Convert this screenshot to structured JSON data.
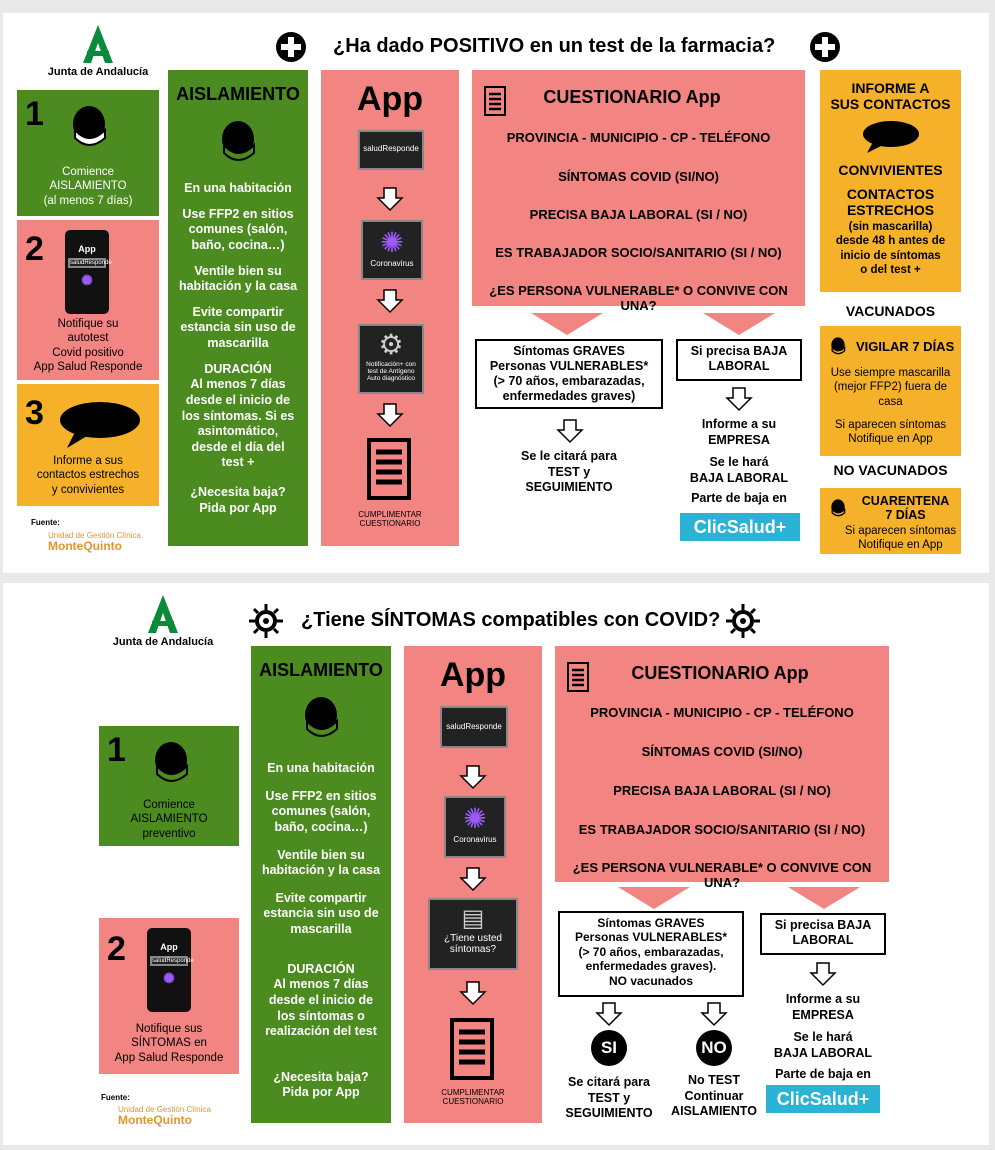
{
  "top": {
    "title": "¿Ha dado POSITIVO en un test de la farmacia?",
    "logo": "Junta de Andalucía",
    "step1": {
      "num": "1",
      "text": "Comience\nAISLAMIENTO\n(al menos 7 días)"
    },
    "step2": {
      "num": "2",
      "app": "App",
      "app_icon": "saludResponde",
      "text": "Notifique su\nautotest\nCovid positivo\nApp Salud Responde"
    },
    "step3": {
      "num": "3",
      "text": "Informe a sus\ncontactos estrechos\ny convivientes"
    },
    "source_label": "Fuente:",
    "source_unit": "Unidad de Gestión Clínica",
    "source_brand": "MonteQuinto",
    "isolation": {
      "heading": "AISLAMIENTO",
      "p1": "En una habitación",
      "p2": "Use FFP2 en sitios\ncomunes (salón,\nbaño, cocina…)",
      "p3": "Ventile bien su\nhabitación y la casa",
      "p4": "Evite compartir\nestancia sin uso de\nmascarilla",
      "p5": "DURACIÓN\nAl menos 7 días\ndesde el inicio de\nlos síntomas. Si es\nasintomático,\ndesde el día del\ntest +",
      "p6": "¿Necesita baja?\nPida por App"
    },
    "app": {
      "heading": "App",
      "icon1": "saludResponde",
      "icon2": "Coronavirus",
      "icon3": "Notificación+ con\ntest de Antígeno\nAuto diagnóstico",
      "fill_label": "CUMPLIMENTAR\nCUESTIONARIO"
    },
    "questionnaire": {
      "heading": "CUESTIONARIO App",
      "q1": "PROVINCIA - MUNICIPIO - CP - TELÉFONO",
      "q2": "SÍNTOMAS COVID (SI/NO)",
      "q3": "PRECISA BAJA  LABORAL (SI / NO)",
      "q4": "ES TRABAJADOR SOCIO/SANITARIO (SI / NO)",
      "q5": "¿ES PERSONA VULNERABLE* O CONVIVE  CON UNA?"
    },
    "severe": "Síntomas GRAVES\nPersonas VULNERABLES*\n(> 70 años, embarazadas,\nenfermedades graves)",
    "severe_result": "Se le citará para\nTEST y\nSEGUIMIENTO",
    "leave": "Si precisa BAJA\nLABORAL",
    "leave_result1": "Informe a su\nEMPRESA",
    "leave_result2": "Se le hará\nBAJA LABORAL",
    "leave_result3": "Parte de baja en",
    "clic": "ClicSalud+",
    "contacts": {
      "heading": "INFORME A\nSUS CONTACTOS",
      "cohab": "CONVIVIENTES",
      "close": "CONTACTOS\nESTRECHOS",
      "close_detail": "(sin mascarilla)\ndesde 48 h antes de\ninicio de síntomas\no del test +"
    },
    "vaccinated": "VACUNADOS",
    "watch": {
      "heading": "VIGILAR 7 DÍAS",
      "p1": "Use siempre mascarilla\n(mejor FFP2) fuera de\ncasa",
      "p2": "Si aparecen síntomas\nNotifique en App"
    },
    "not_vaccinated": "NO VACUNADOS",
    "quarantine": {
      "heading": "CUARENTENA\n7 DÍAS",
      "p1": "Si aparecen síntomas\nNotifique en App"
    }
  },
  "bottom": {
    "title": "¿Tiene SÍNTOMAS compatibles con COVID?",
    "logo": "Junta de Andalucía",
    "step1": {
      "num": "1",
      "text": "Comience\nAISLAMIENTO\npreventivo"
    },
    "step2": {
      "num": "2",
      "app": "App",
      "app_icon": "saludResponde",
      "text": "Notifique sus\nSÍNTOMAS en\nApp Salud Responde"
    },
    "source_label": "Fuente:",
    "source_unit": "Unidad de Gestión Clínica",
    "source_brand": "MonteQuinto",
    "isolation": {
      "heading": "AISLAMIENTO",
      "p1": "En una habitación",
      "p2": "Use FFP2 en sitios\ncomunes (salón,\nbaño, cocina…)",
      "p3": "Ventile bien su\nhabitación y la casa",
      "p4": "Evite compartir\nestancia sin uso de\nmascarilla",
      "p5": "DURACIÓN\nAl menos 7 días\ndesde el inicio de\nlos síntomas o\nrealización del test",
      "p6": "¿Necesita baja?\nPida por App"
    },
    "app": {
      "heading": "App",
      "icon1": "saludResponde",
      "icon2": "Coronavirus",
      "icon3": "¿Tiene usted\nsíntomas?",
      "fill_label": "CUMPLIMENTAR\nCUESTIONARIO"
    },
    "questionnaire": {
      "heading": "CUESTIONARIO App",
      "q1": "PROVINCIA - MUNICIPIO - CP - TELÉFONO",
      "q2": "SÍNTOMAS COVID (SI/NO)",
      "q3": "PRECISA BAJA  LABORAL (SI / NO)",
      "q4": "ES TRABAJADOR SOCIO/SANITARIO (SI / NO)",
      "q5": "¿ES PERSONA VULNERABLE* O CONVIVE  CON UNA?"
    },
    "severe": "Síntomas GRAVES\nPersonas VULNERABLES*\n(> 70 años, embarazadas,\nenfermedades graves).\nNO vacunados",
    "yes": "SI",
    "no": "NO",
    "yes_result": "Se citará para\nTEST y\nSEGUIMIENTO",
    "no_result": "No TEST\nContinuar\nAISLAMIENTO",
    "leave": "Si precisa BAJA\nLABORAL",
    "leave_result1": "Informe a su\nEMPRESA",
    "leave_result2": "Se le hará\nBAJA LABORAL",
    "leave_result3": "Parte de baja en",
    "clic": "ClicSalud+"
  },
  "colors": {
    "green": "#4b8b1f",
    "pink": "#f28482",
    "orange": "#f5b12a",
    "clic": "#2bb3d6"
  },
  "icons": [
    "plus-cross-icon",
    "virus-icon",
    "masked-face-icon",
    "phone-app-icon",
    "speech-bubble-icon",
    "checklist-icon",
    "down-arrow-icon",
    "thick-down-arrow-icon",
    "junta-logo-icon"
  ]
}
